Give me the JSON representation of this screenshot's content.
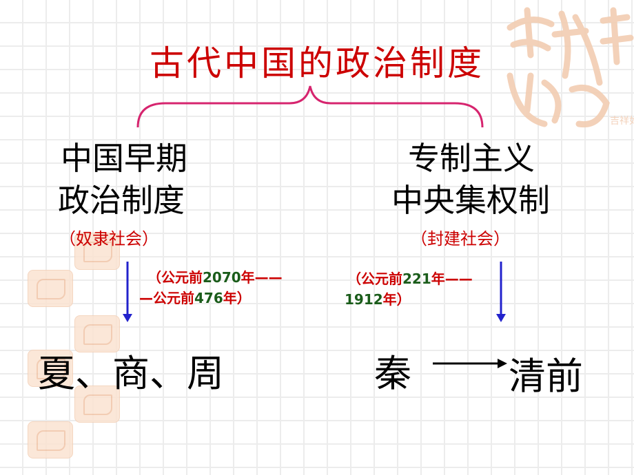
{
  "title": "古代中国的政治制度",
  "left": {
    "name_line1": "中国早期",
    "name_line2": "政治制度",
    "society": "（奴隶社会）",
    "date_part1": "（公元前",
    "date_part2": "2070",
    "date_part3": "年——",
    "date_part4": "—公元前",
    "date_part5": "476",
    "date_part6": "年）",
    "dynasties": "夏、商、周"
  },
  "right": {
    "name_line1": "专制主义",
    "name_line2": "中央集权制",
    "society": "（封建社会）",
    "date_part1": "（公元前",
    "date_part2": "221",
    "date_part3": "年——",
    "date_part4": "1912",
    "date_part5": "年）",
    "from": "秦",
    "to": "清前"
  },
  "colors": {
    "title_red": "#cc0000",
    "arrow_blue": "#2222cc",
    "brace_pink": "#d6246e",
    "date_green": "#1a5c1a"
  },
  "decor": {
    "watermark_icon": "seal-calligraphy-icon",
    "watermark_text": "吉祥如意"
  }
}
